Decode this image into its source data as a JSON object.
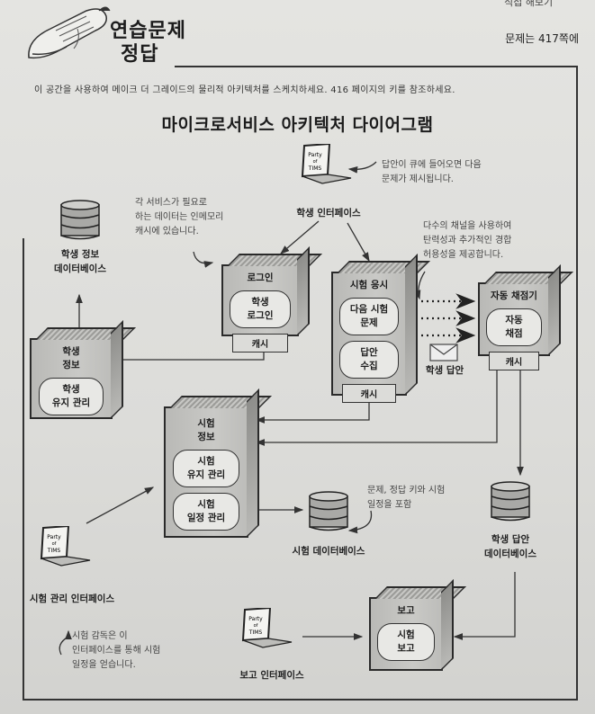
{
  "page": {
    "top_cut_text": "직접 해보기",
    "page_reference": "문제는 417쪽에",
    "exercise_title_line1": "연습문제",
    "exercise_title_line2": "정답",
    "instruction": "이 공간을 사용하여 메이크 더 그레이드의 물리적 아키텍처를 스케치하세요. 416 페이지의 키를 참조하세요.",
    "diagram_title": "마이크로서비스 아키텍처 다이어그램"
  },
  "interfaces": {
    "student": {
      "label": "학생 인터페이스",
      "screen_text": [
        "Party",
        "of",
        "TIMS"
      ]
    },
    "exam_admin": {
      "label": "시험 관리 인터페이스",
      "screen_text": [
        "Party",
        "of",
        "TIMS"
      ]
    },
    "report": {
      "label": "보고 인터페이스",
      "screen_text": [
        "Party",
        "of",
        "TIMS"
      ]
    }
  },
  "services": {
    "login": {
      "title": "로그인",
      "pill": [
        "학생",
        "로그인"
      ],
      "cache": "캐시"
    },
    "exam_taking": {
      "title": "시험 응시",
      "pills": [
        [
          "다음 시험",
          "문제"
        ],
        [
          "답안",
          "수집"
        ]
      ],
      "cache": "캐시"
    },
    "auto_grader": {
      "title": "자동 채점기",
      "pill": [
        "자동",
        "채점"
      ],
      "cache": "캐시"
    },
    "student_info": {
      "title": [
        "학생",
        "정보"
      ],
      "pill": [
        "학생",
        "유지 관리"
      ]
    },
    "exam_info": {
      "title": [
        "시험",
        "정보"
      ],
      "pills": [
        [
          "시험",
          "유지 관리"
        ],
        [
          "시험",
          "일정 관리"
        ]
      ]
    },
    "reporting": {
      "title": "보고",
      "pill": [
        "시험",
        "보고"
      ]
    }
  },
  "databases": {
    "student_info_db": [
      "학생 정보",
      "데이터베이스"
    ],
    "exam_db": "시험 데이터베이스",
    "student_answer_db": [
      "학생 답안",
      "데이터베이스"
    ]
  },
  "annotations": {
    "next_question": [
      "답안이 큐에 들어오면 다음",
      "문제가 제시됩니다."
    ],
    "in_memory_cache": [
      "각 서비스가 필요로",
      "하는 데이터는 인메모리",
      "캐시에 있습니다."
    ],
    "multiple_channels": [
      "다수의 채널을 사용하여",
      "탄력성과 추가적인 경합",
      "허용성을 제공합니다."
    ],
    "student_answer_label": "학생 답안",
    "exam_db_contents": [
      "문제, 정답 키와 시험",
      "일정을 포함"
    ],
    "proctor_note": [
      "시험 감독은 이",
      "인터페이스를 통해 시험",
      "일정을 얻습니다."
    ]
  }
}
